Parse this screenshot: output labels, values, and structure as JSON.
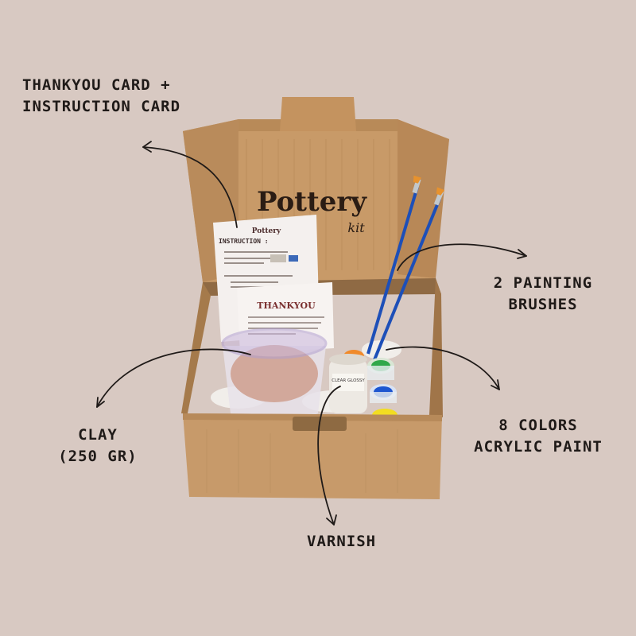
{
  "labels": {
    "thankyou_card_line1": "THANKYOU CARD +",
    "thankyou_card_line2": "INSTRUCTION CARD",
    "brushes_line1": "2 PAINTING",
    "brushes_line2": "BRUSHES",
    "paint_line1": "8 COLORS",
    "paint_line2": "ACRYLIC PAINT",
    "clay_line1": "CLAY",
    "clay_line2": "(250 GR)",
    "varnish": "VARNISH"
  },
  "box": {
    "brand_top": "Pottery",
    "brand_bottom": "kit"
  },
  "instruction_card": {
    "logo": "Pottery",
    "title": "INSTRUCTION :"
  },
  "thankyou_card": {
    "title": "THANKYOU"
  },
  "varnish_jar": {
    "label": "CLEAR GLOSSY"
  },
  "colors": {
    "background": "#d8c9c2",
    "cardboard": "#c79a6a",
    "cardboard_dark": "#a97a4c",
    "brush_blue": "#1d4fb8",
    "brush_tip": "#e7922e",
    "paint_green": "#2fa84a",
    "paint_blue": "#1d56d0",
    "paint_yellow": "#f2dd21",
    "paint_orange": "#f08a2a"
  }
}
